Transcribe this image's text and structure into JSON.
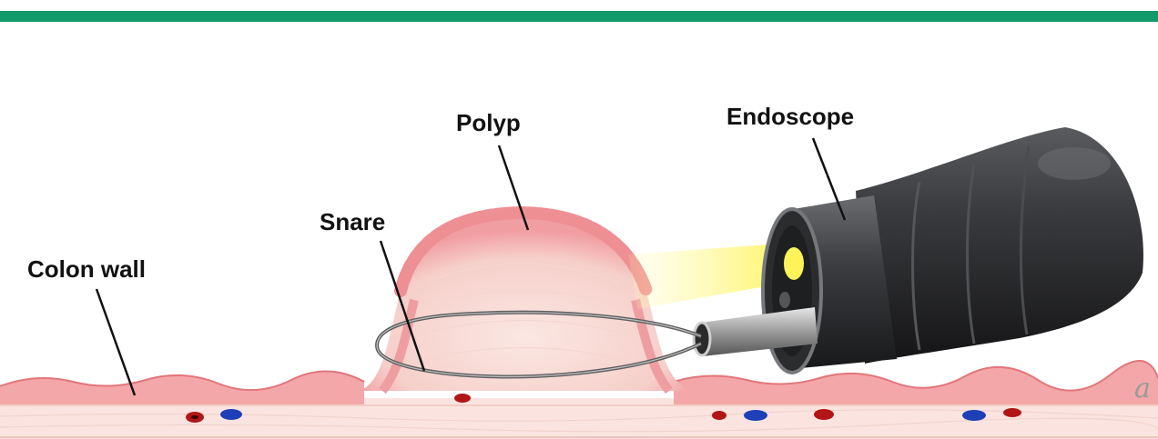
{
  "labels": {
    "colon_wall": "Colon wall",
    "snare": "Snare",
    "polyp": "Polyp",
    "endoscope": "Endoscope"
  },
  "watermark": "a",
  "colors": {
    "header_bar": "#129a6a",
    "wall_pink": "#f4a7a8",
    "wall_dark_pink": "#e2767b",
    "tissue": "#fbe4df",
    "scope_body": "#2f3032",
    "light_beam": "#fff36a",
    "vessel_red": "#b11515",
    "vessel_blue": "#1d3fb8"
  }
}
